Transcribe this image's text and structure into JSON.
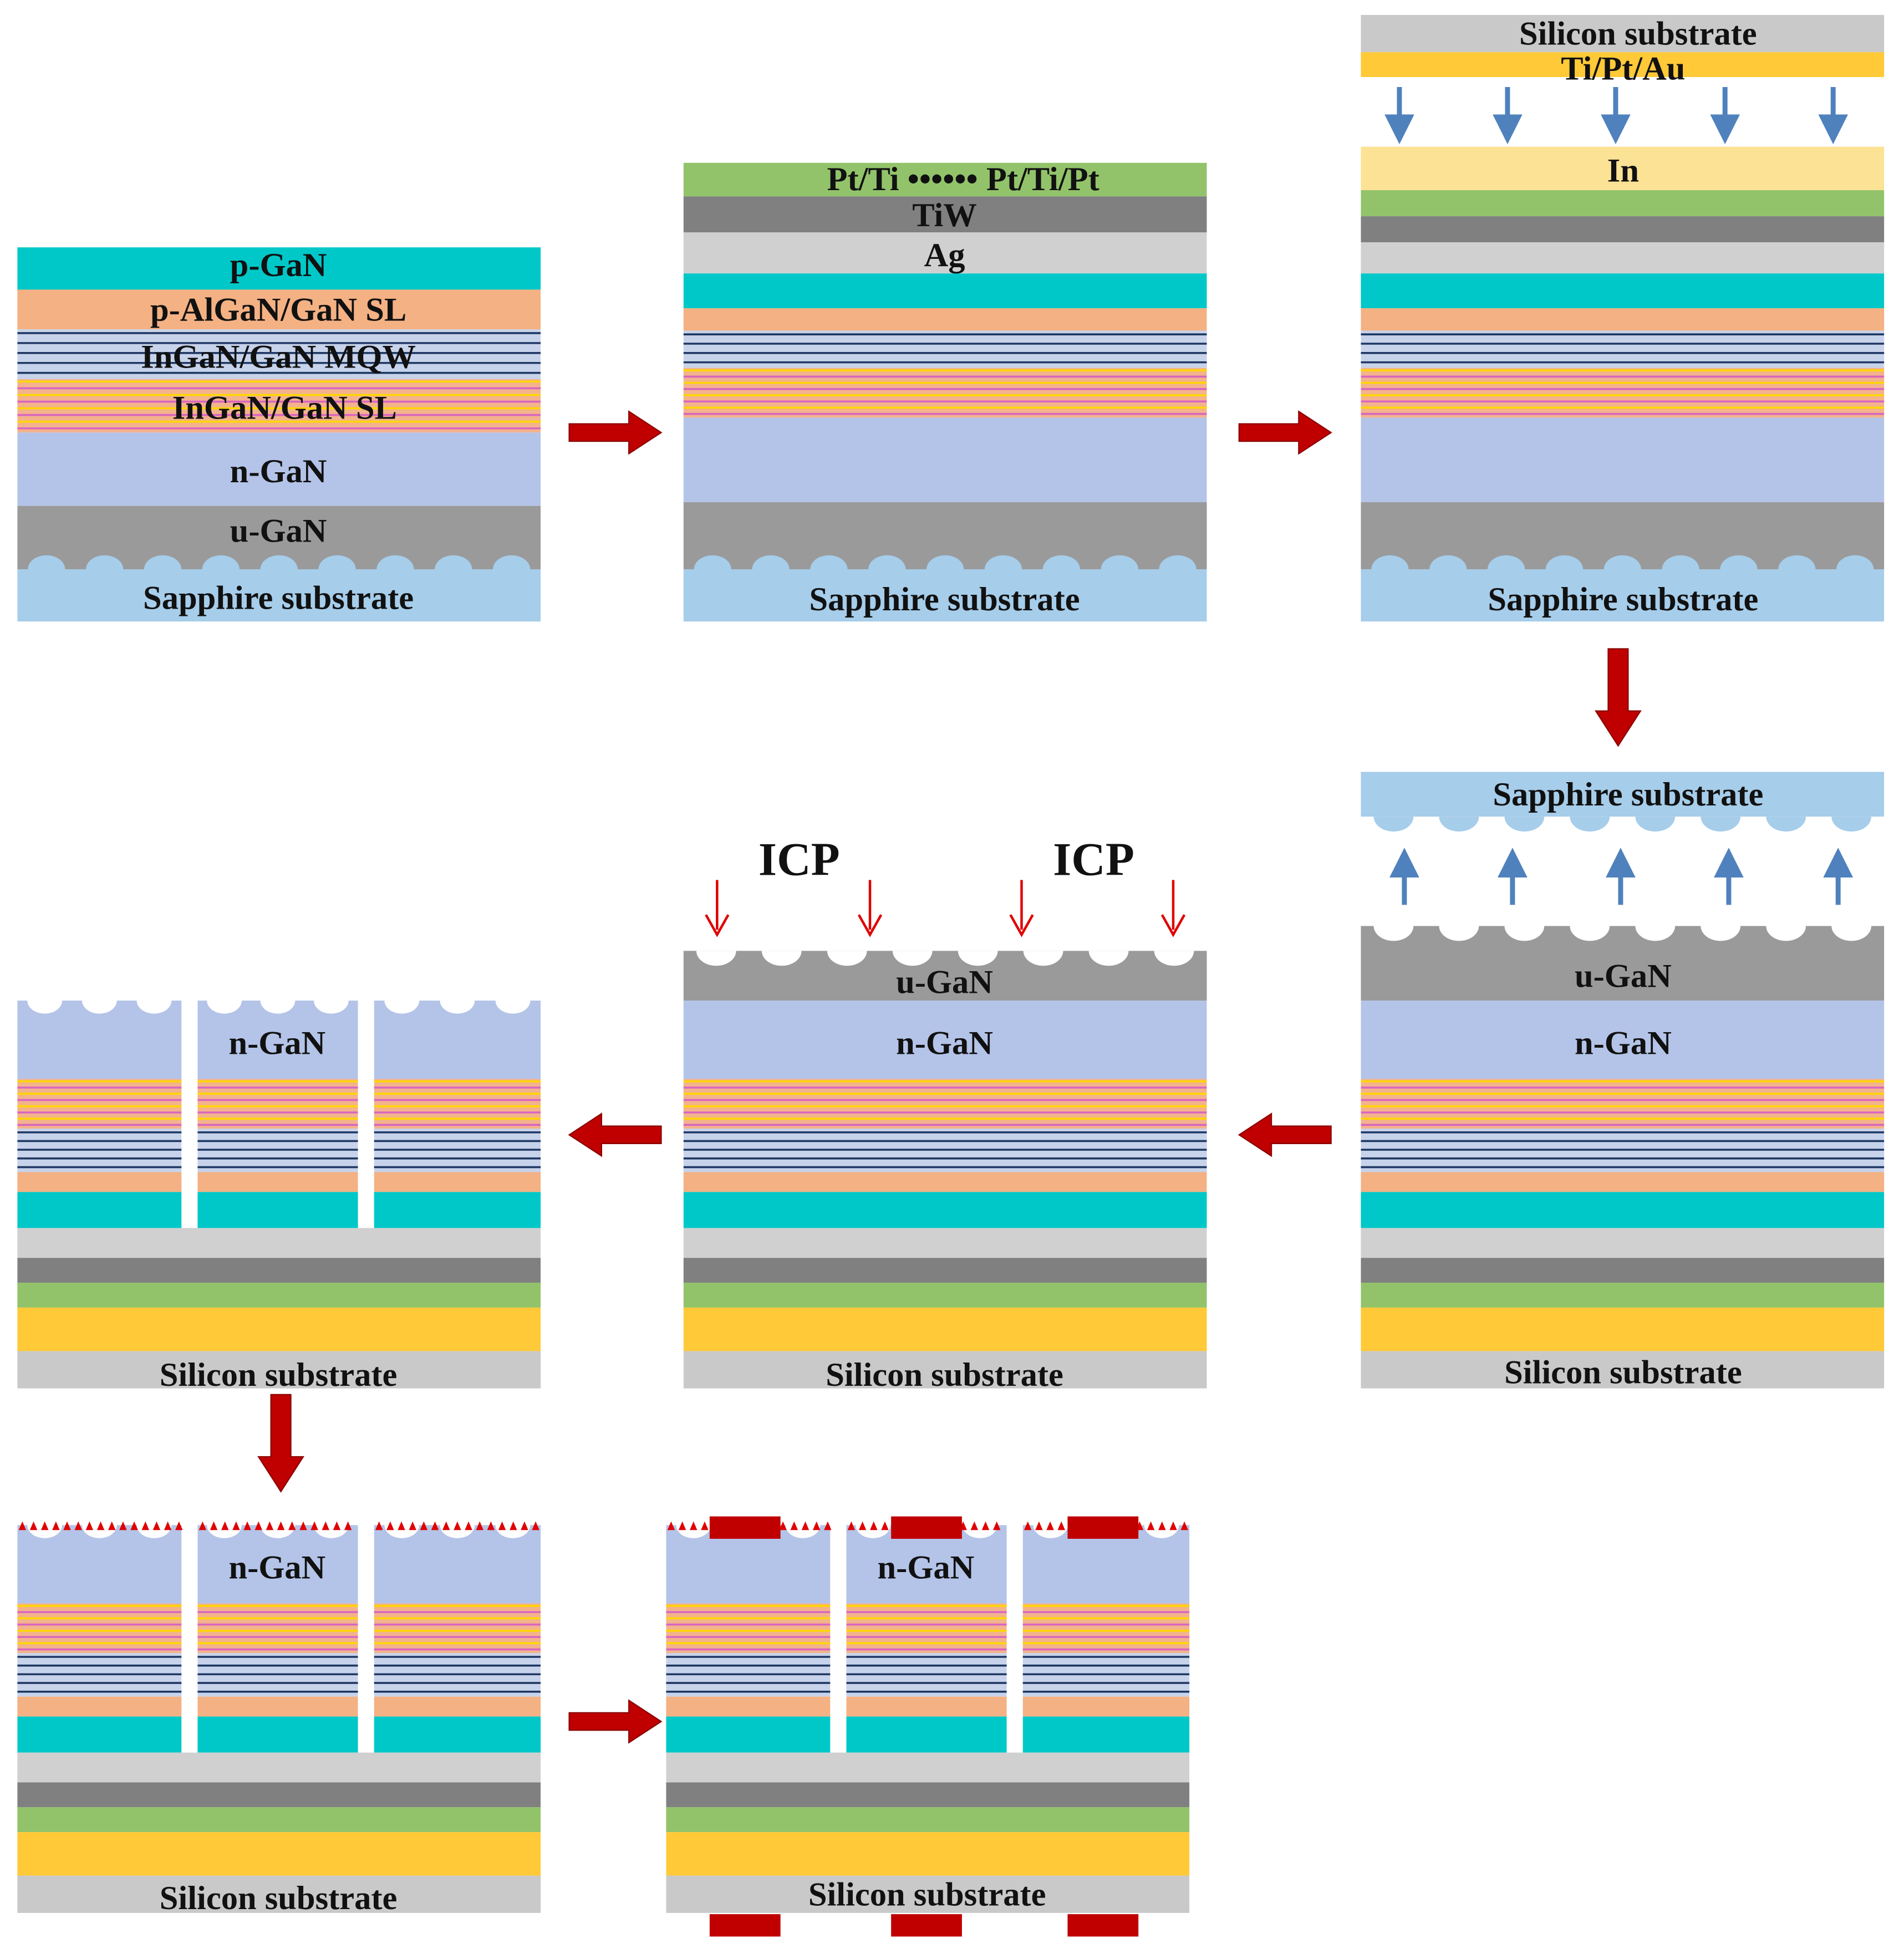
{
  "colors": {
    "p_gan": "#00c8c8",
    "p_algan_sl": "#f4b183",
    "mqw_bg": "#b4c7e7",
    "mqw_line": "#1f3864",
    "sl_bg": "#f4b183",
    "sl_line_yellow": "#ffd700",
    "sl_line_pink": "#d966c0",
    "n_gan": "#b4c4e8",
    "u_gan": "#9a9a9a",
    "sapphire": "#a6cdea",
    "ag": "#d0d0d0",
    "tiw": "#808080",
    "pt_ti": "#92c36a",
    "in": "#fce295",
    "ti_pt_au": "#ffc937",
    "silicon": "#c9c9c9",
    "arrow_red": "#c00000",
    "arrow_blue": "#4f81bd",
    "electrode": "#c00000"
  },
  "labels": {
    "p_gan": "p-GaN",
    "p_algan_sl": "p-AlGaN/GaN SL",
    "mqw": "InGaN/GaN MQW",
    "ingan_sl": "InGaN/GaN SL",
    "n_gan": "n-GaN",
    "u_gan": "u-GaN",
    "sapphire": "Sapphire substrate",
    "reflector_metal": "Pt/Ti •••••• Pt/Ti/Pt",
    "tiw": "TiW",
    "ag": "Ag",
    "silicon": "Silicon substrate",
    "ti_pt_au": "Ti/Pt/Au",
    "in": "In",
    "icp_left": "ICP",
    "icp_right": "ICP"
  }
}
